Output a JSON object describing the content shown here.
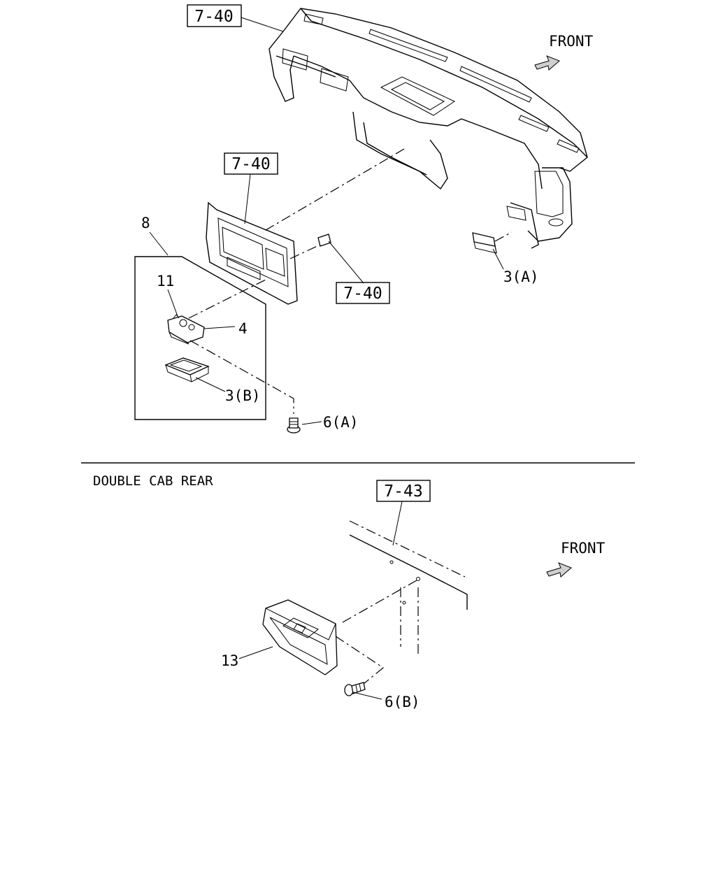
{
  "top_section": {
    "refs": {
      "dash_panel": "7-40",
      "center_cluster": "7-40",
      "clip": "7-40"
    },
    "front_label": "FRONT",
    "callouts": {
      "assembly": "8",
      "bulb": "11",
      "socket": "4",
      "lens_b": "3(B)",
      "lens_a": "3(A)",
      "screw_a": "6(A)"
    }
  },
  "bottom_section": {
    "title": "DOUBLE CAB REAR",
    "ref_roof": "7-43",
    "front_label": "FRONT",
    "callouts": {
      "room_lamp": "13",
      "screw_b": "6(B)"
    }
  }
}
